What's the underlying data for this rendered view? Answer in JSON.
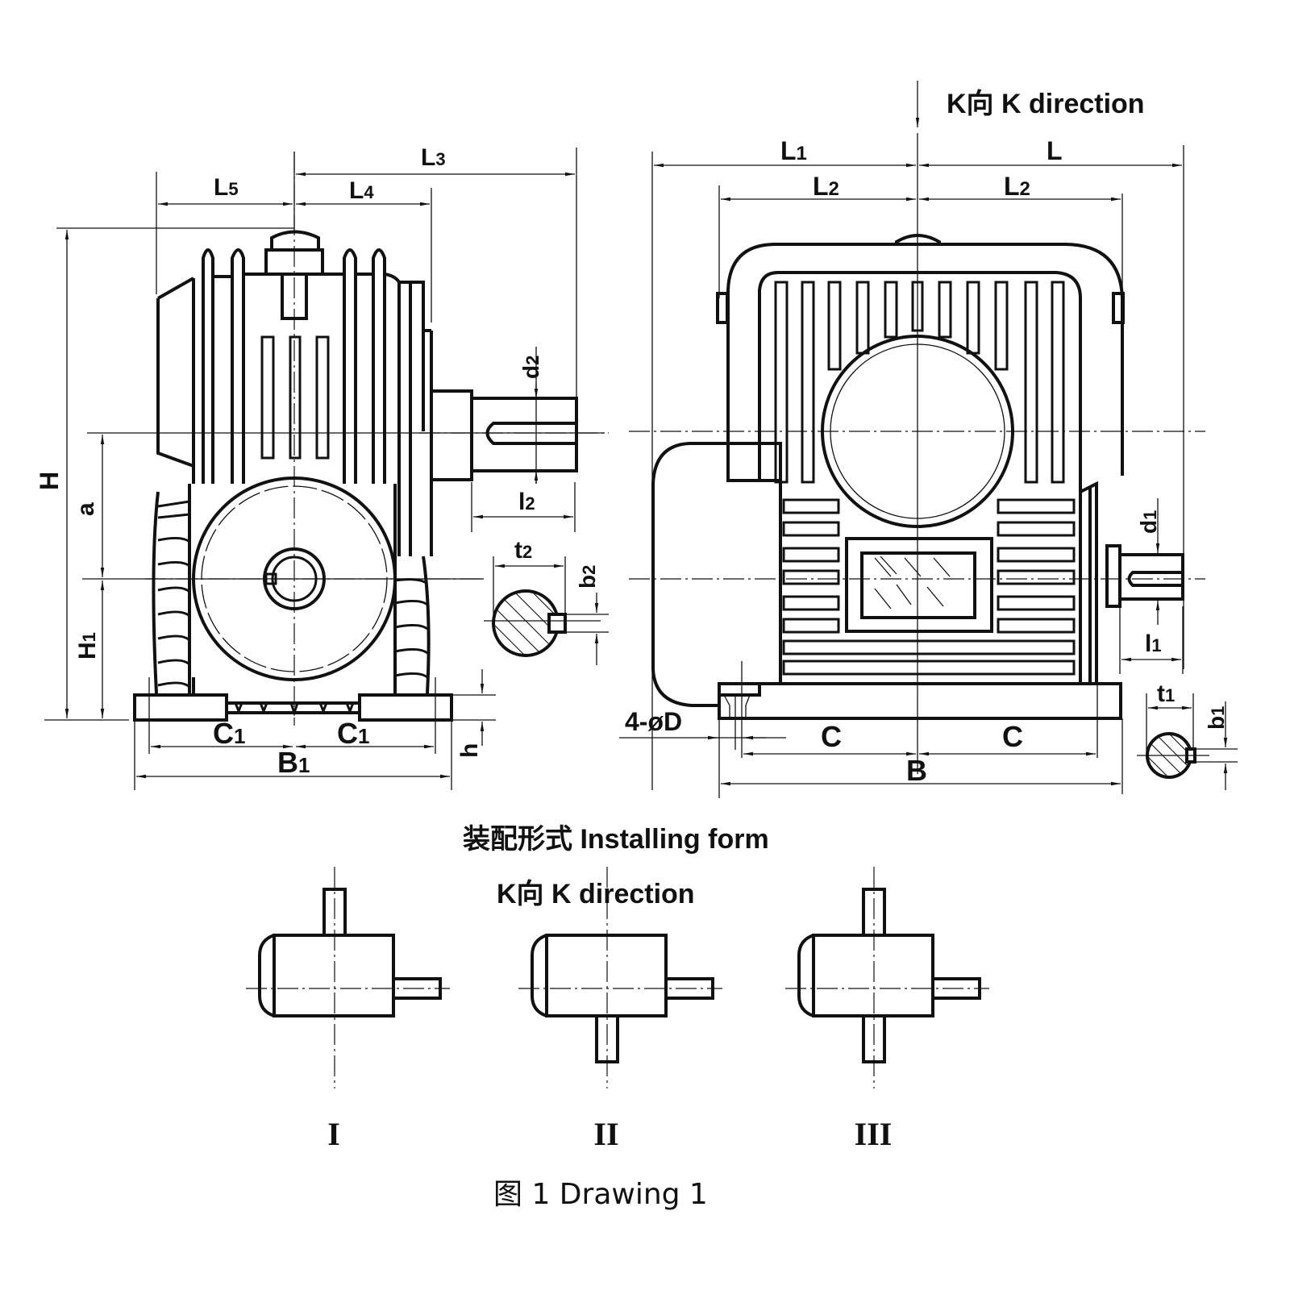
{
  "figure": {
    "k_direction_top": "K向  K direction",
    "installing_form": "装配形式  Installing form",
    "k_direction_bottom": "K向  K direction",
    "caption": "图 1    Drawing 1"
  },
  "left_view": {
    "dims": {
      "L5": {
        "main": "L",
        "sub": "5"
      },
      "L4": {
        "main": "L",
        "sub": "4"
      },
      "L3": {
        "main": "L",
        "sub": "3"
      },
      "H": {
        "main": "H",
        "sub": ""
      },
      "a": {
        "main": "a",
        "sub": ""
      },
      "H1": {
        "main": "H",
        "sub": "1"
      },
      "d2": {
        "main": "d",
        "sub": "2"
      },
      "l2": {
        "main": "l",
        "sub": "2"
      },
      "t2": {
        "main": "t",
        "sub": "2"
      },
      "b2": {
        "main": "b",
        "sub": "2"
      },
      "C1_left": {
        "main": "C",
        "sub": "1"
      },
      "C1_right": {
        "main": "C",
        "sub": "1"
      },
      "B1": {
        "main": "B",
        "sub": "1"
      },
      "h": {
        "main": "h",
        "sub": ""
      }
    }
  },
  "right_view": {
    "dims": {
      "L1": {
        "main": "L",
        "sub": "1"
      },
      "L": {
        "main": "L",
        "sub": ""
      },
      "L2_left": {
        "main": "L",
        "sub": "2"
      },
      "L2_right": {
        "main": "L",
        "sub": "2"
      },
      "d1": {
        "main": "d",
        "sub": "1"
      },
      "l1": {
        "main": "l",
        "sub": "1"
      },
      "t1": {
        "main": "t",
        "sub": "1"
      },
      "b1": {
        "main": "b",
        "sub": "1"
      },
      "holes": "4-øD",
      "C_left": {
        "main": "C",
        "sub": ""
      },
      "C_right": {
        "main": "C",
        "sub": ""
      },
      "B": {
        "main": "B",
        "sub": ""
      }
    }
  },
  "installing_forms": [
    {
      "label": "I",
      "output_shaft": "up"
    },
    {
      "label": "II",
      "output_shaft": "down"
    },
    {
      "label": "III",
      "output_shaft": "both"
    }
  ]
}
